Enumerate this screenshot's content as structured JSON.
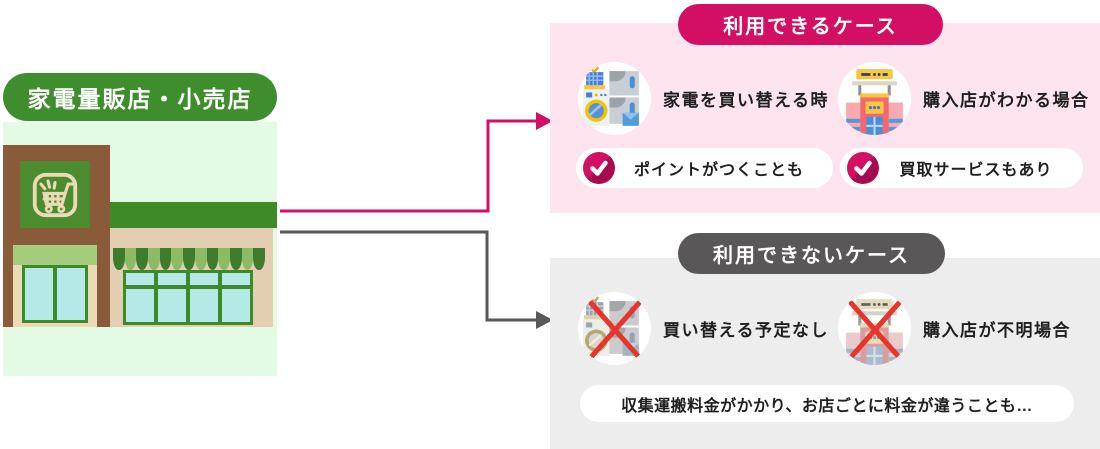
{
  "colors": {
    "accent-pink": "#d30f63",
    "accent-pink-dark": "#a50b4d",
    "panel-pink": "#fde4ee",
    "accent-green": "#3f8e2d",
    "panel-green": "#e3fbe4",
    "accent-gray": "#595757",
    "panel-gray": "#ededed",
    "text-dark": "#1f1f1f",
    "cross-red": "#e8342a"
  },
  "source": {
    "label": "家電量販店・小売店",
    "illustration": "green-storefront-with-cart-sign"
  },
  "can_use": {
    "title": "利用できるケース",
    "cases": [
      {
        "icon": "appliances-icon",
        "label": "家電を買い替える時"
      },
      {
        "icon": "store-building-icon",
        "label": "購入店がわかる場合"
      }
    ],
    "notes": [
      {
        "icon": "check-icon",
        "label": "ポイントがつくことも"
      },
      {
        "icon": "check-icon",
        "label": "買取サービスもあり"
      }
    ]
  },
  "cannot_use": {
    "title": "利用できないケース",
    "cases": [
      {
        "icon": "appliances-crossed-icon",
        "label": "買い替える予定なし"
      },
      {
        "icon": "store-building-crossed-icon",
        "label": "購入店が不明場合"
      }
    ],
    "note": "収集運搬料金がかかり、お店ごとに料金が違うことも…"
  }
}
